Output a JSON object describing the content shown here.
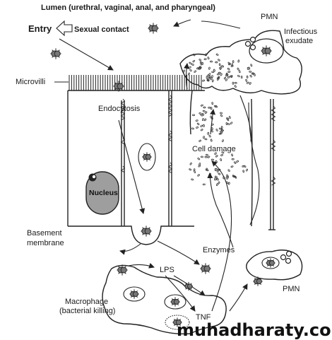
{
  "labels": {
    "lumen": "Lumen (urethral, vaginal, anal, and pharyngeal)",
    "entry": "Entry",
    "sexual_contact": "Sexual contact",
    "pmn_top": "PMN",
    "infectious": "Infectious",
    "exudate": "exudate",
    "microvilli": "Microvilli",
    "endocytosis": "Endocytosis",
    "cell_damage": "Cell damage",
    "nucleus": "Nucleus",
    "basement": "Basement",
    "membrane": "membrane",
    "enzymes": "Enzymes",
    "lps": "LPS",
    "pmn_bottom": "PMN",
    "macrophage": "Macrophage",
    "bacterial_killing": "(bacterial killing)",
    "tnf": "TNF"
  },
  "watermark": "muhadharaty.com"
}
